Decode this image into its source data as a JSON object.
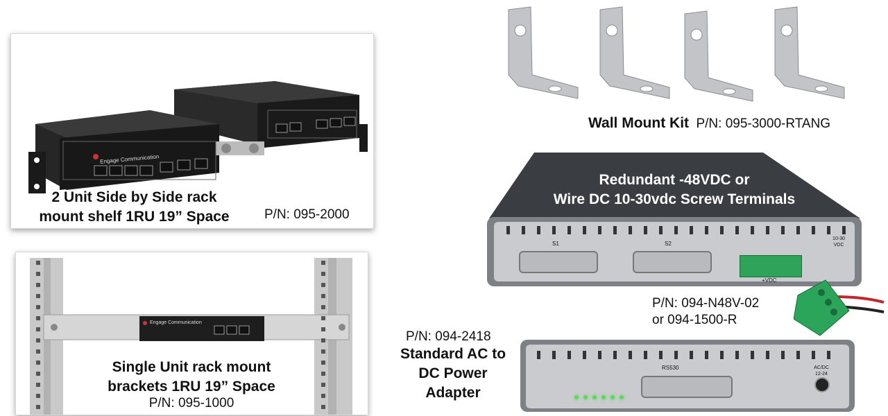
{
  "rack_shelf": {
    "title_line1": "2 Unit Side by Side rack",
    "title_line2": "mount shelf 1RU 19” Space",
    "part_number": "P/N: 095-2000",
    "device_brand": "Engage Communication"
  },
  "single_bracket": {
    "title_line1": "Single Unit rack mount",
    "title_line2": "brackets 1RU 19” Space",
    "part_number": "P/N: 095-1000",
    "device_brand": "Engage Communication"
  },
  "wall_mount": {
    "title": "Wall Mount Kit",
    "part_number": "P/N: 095-3000-RTANG"
  },
  "dc_unit": {
    "title_line1": "Redundant -48VDC or",
    "title_line2": "Wire DC 10-30vdc Screw Terminals",
    "part_number_line1": "P/N: 094-N48V-02",
    "part_number_line2": "or 094-1500-R",
    "port_s1": "S1",
    "port_s2": "S2",
    "terminal_label": "+VDC",
    "range_label": "10-30 VDC"
  },
  "ac_adapter": {
    "part_number": "P/N: 094-2418",
    "title_line1": "Standard AC to",
    "title_line2": "DC Power",
    "title_line3": "Adapter",
    "port_label": "RS530",
    "power_label": "AC/DC 12-24"
  }
}
